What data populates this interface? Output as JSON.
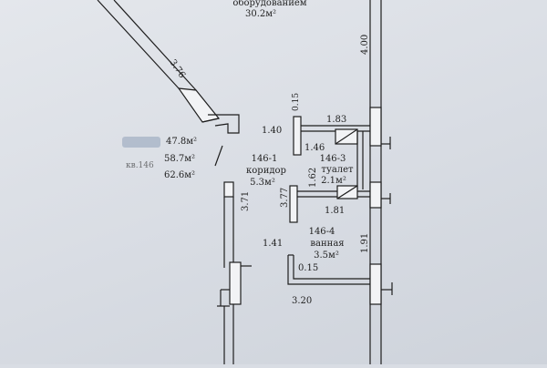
{
  "rooms": {
    "equipment_room": {
      "name": "оборудованием",
      "area": "30.2м²"
    },
    "corridor": {
      "code": "146-1",
      "name": "коридор",
      "area": "5.3м²"
    },
    "toilet": {
      "code": "146-3",
      "name": "туалет",
      "area": "2.1м²"
    },
    "bathroom": {
      "code": "146-4",
      "name": "ванная",
      "area": "3.5м²"
    }
  },
  "apartment": {
    "label": "кв.146",
    "area_1": "47.8м²",
    "area_2": "58.7м²",
    "area_3": "62.6м²"
  },
  "dimensions": {
    "d_3_76": "3.76",
    "d_4_00": "4.00",
    "d_0_15_top": "0.15",
    "d_1_83": "1.83",
    "d_1_40": "1.40",
    "d_1_46": "1.46",
    "d_3_71": "3.71",
    "d_3_77": "3.77",
    "d_1_62": "1.62",
    "d_1_81": "1.81",
    "d_1_41": "1.41",
    "d_1_91": "1.91",
    "d_0_15_bottom": "0.15",
    "d_3_20": "3.20"
  },
  "colors": {
    "line": "#1e1e1e",
    "paper": "#e4e7ec",
    "redaction": "#8fa0b8"
  }
}
